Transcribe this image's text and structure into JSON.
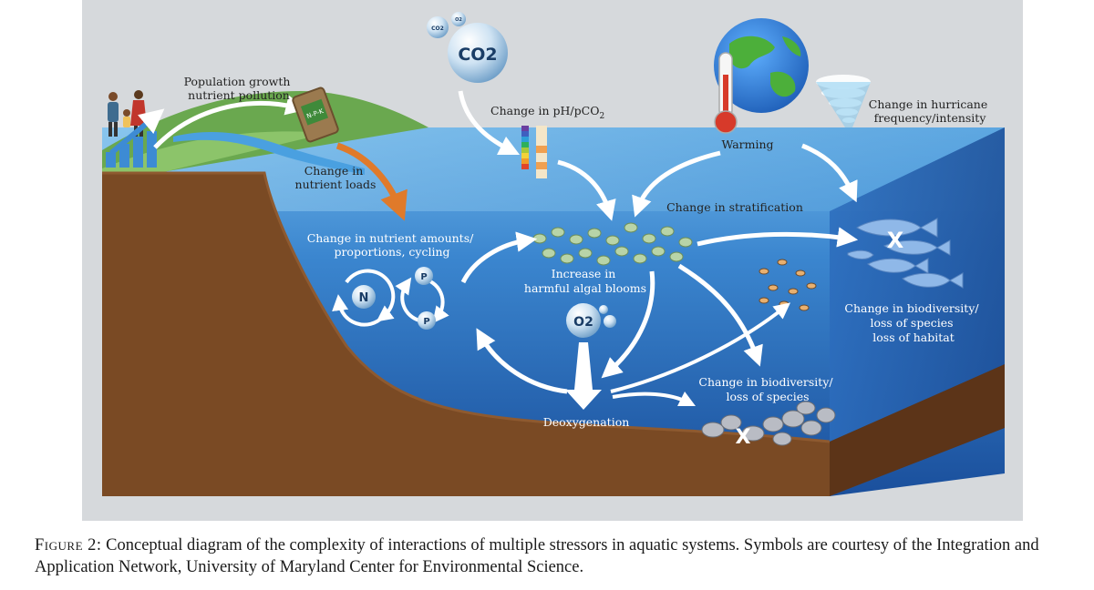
{
  "diagram": {
    "labels": {
      "population": [
        "Population growth",
        "nutrient pollution"
      ],
      "nutrient_loads": [
        "Change in",
        "nutrient loads"
      ],
      "ph": [
        "Change in pH/pCO",
        "2"
      ],
      "hurricane": [
        "Change in hurricane",
        "frequency/intensity"
      ],
      "warming": "Warming",
      "stratification": "Change in stratification",
      "nutrient_cycling": [
        "Change in nutrient amounts/",
        "proportions, cycling"
      ],
      "algal_blooms": [
        "Increase in",
        "harmful algal blooms"
      ],
      "biodiversity_fish": [
        "Change in biodiversity/",
        "loss of species",
        "loss of habitat"
      ],
      "biodiversity_benthic": [
        "Change in biodiversity/",
        "loss of species"
      ],
      "deoxygenation": "Deoxygenation"
    },
    "symbols": {
      "co2_big": "CO2",
      "co2_small_1": "CO2",
      "co2_small_2": "O2",
      "o2": "O2",
      "nitrogen": "N",
      "phosphorus": "P",
      "loss_mark": "X"
    },
    "colors": {
      "water_deep": "#1a4f9c",
      "water_light": "#3f8fd6",
      "sediment": "#7a4a24",
      "land": "#6aa84f",
      "nutrient_arrow": "#e07a2a",
      "backdrop": "#d6d9dc"
    }
  },
  "caption": {
    "figure_label": "Figure 2:",
    "text": "Conceptual diagram of the complexity of interactions of multiple stressors in aquatic systems. Symbols are courtesy of the Integration and Application Network, University of Maryland Center for Environmental Science."
  }
}
